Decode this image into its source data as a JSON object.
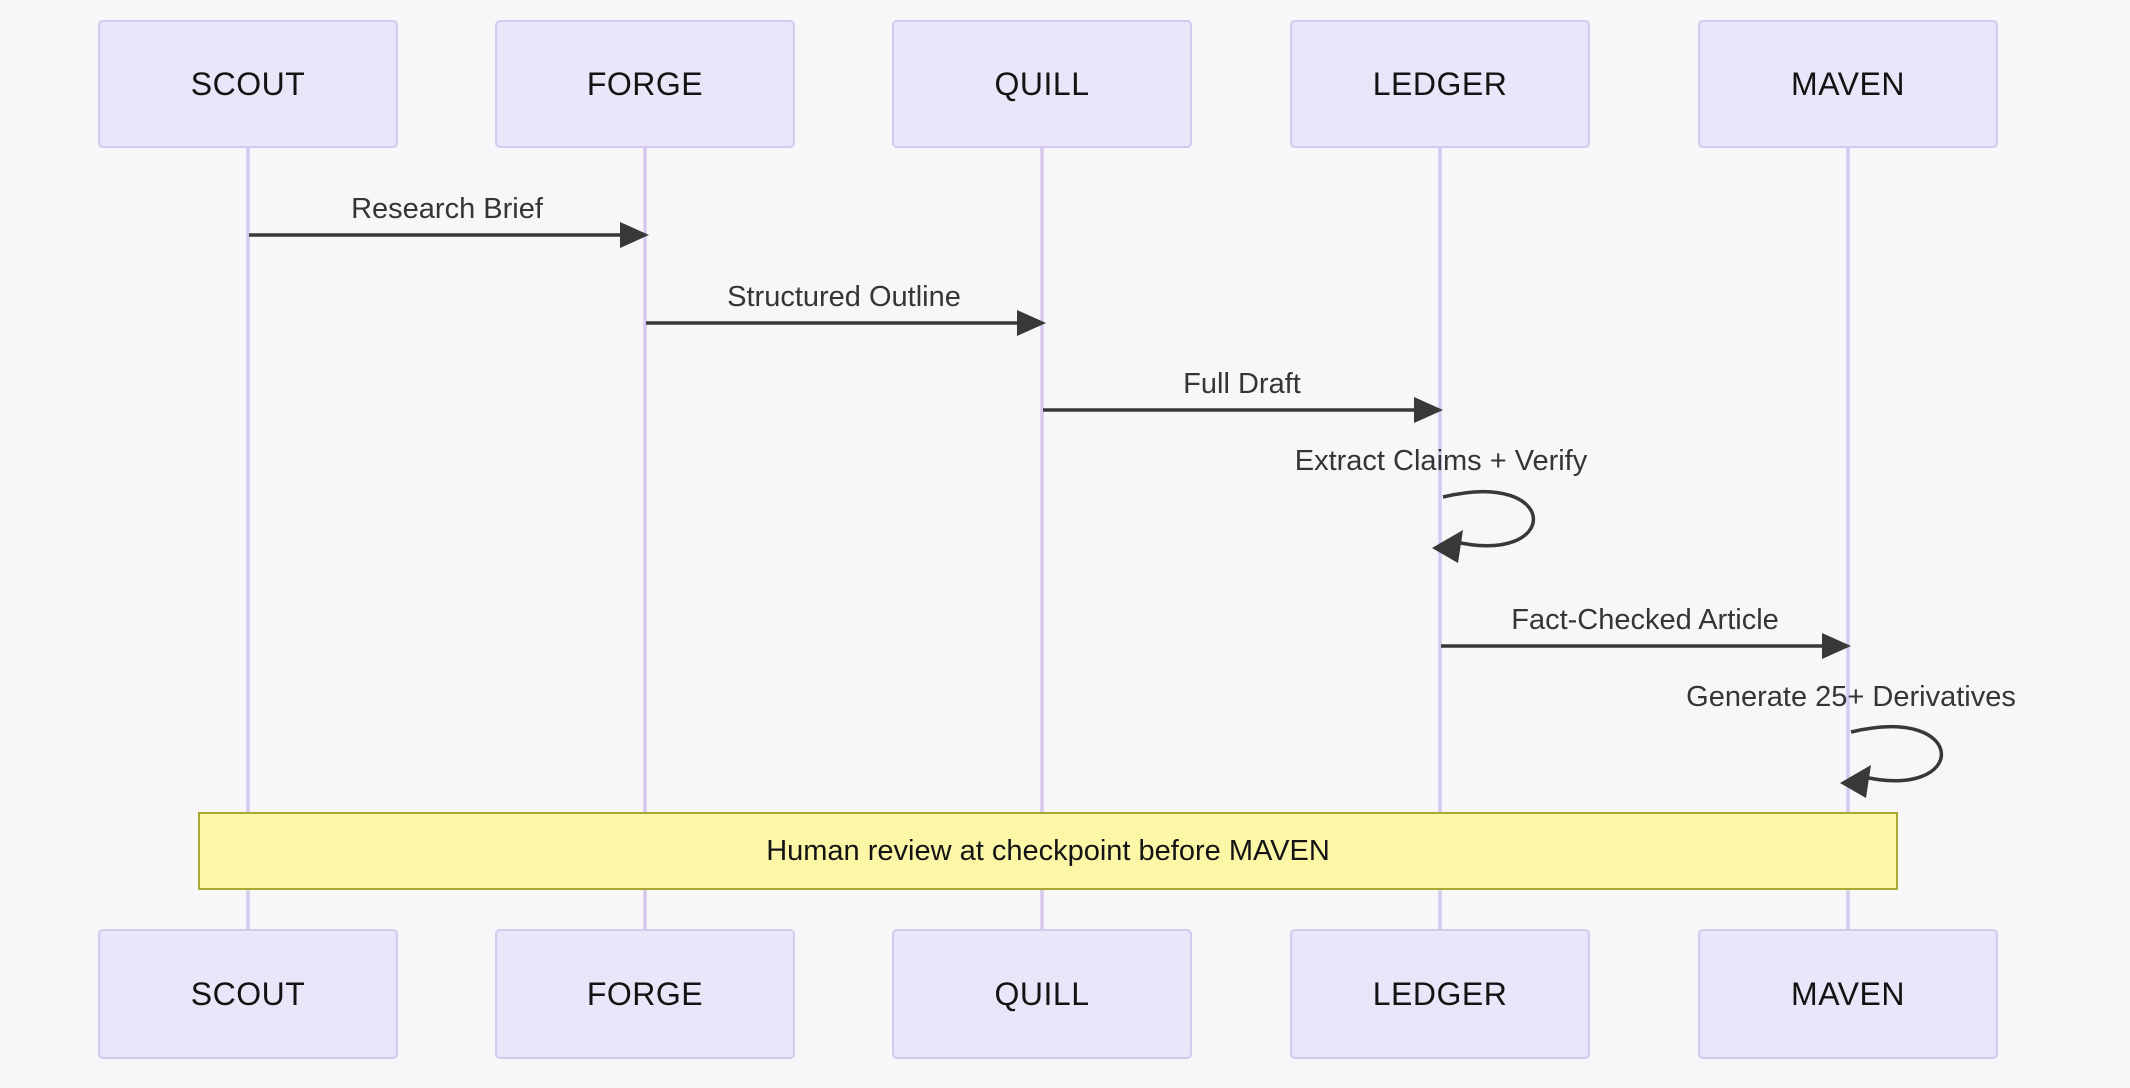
{
  "diagram": {
    "kind": "sequence-diagram",
    "note": {
      "text": "Human review at checkpoint before MAVEN",
      "spans": "SCOUT to MAVEN"
    },
    "colors": {
      "background": "#f7f7fa",
      "actor_fill": "#e9e6fa",
      "actor_border": "#d5c9ef",
      "lifeline": "#d6c8ef",
      "arrow": "#383838",
      "note_fill": "#fcf7a6",
      "note_border": "#a9a933"
    }
  },
  "actors": [
    {
      "name": "SCOUT"
    },
    {
      "name": "FORGE"
    },
    {
      "name": "QUILL"
    },
    {
      "name": "LEDGER"
    },
    {
      "name": "MAVEN"
    }
  ],
  "messages": [
    {
      "from": "SCOUT",
      "to": "FORGE",
      "label": "Research Brief",
      "type": "solid-arrow"
    },
    {
      "from": "FORGE",
      "to": "QUILL",
      "label": "Structured Outline",
      "type": "solid-arrow"
    },
    {
      "from": "QUILL",
      "to": "LEDGER",
      "label": "Full Draft",
      "type": "solid-arrow"
    },
    {
      "from": "LEDGER",
      "to": "LEDGER",
      "label": "Extract Claims + Verify",
      "type": "self-loop"
    },
    {
      "from": "LEDGER",
      "to": "MAVEN",
      "label": "Fact-Checked Article",
      "type": "solid-arrow"
    },
    {
      "from": "MAVEN",
      "to": "MAVEN",
      "label": "Generate 25+ Derivatives",
      "type": "self-loop"
    }
  ]
}
